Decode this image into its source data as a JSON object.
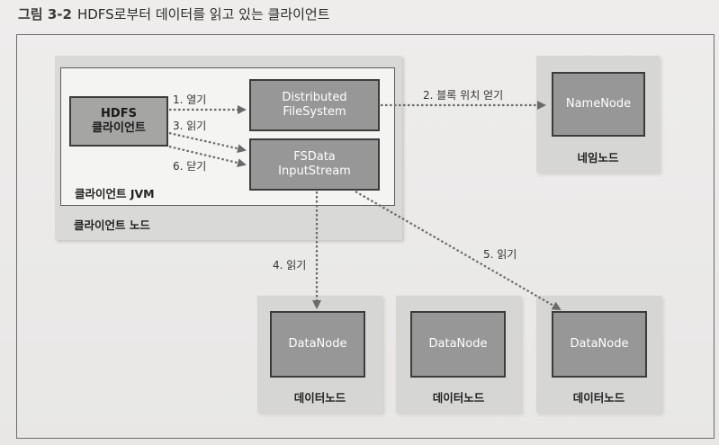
{
  "caption": {
    "number": "그림 3-2",
    "text": "HDFS로부터 데이터를 읽고 있는 클라이언트"
  },
  "client_node": {
    "label": "클라이언트 노드"
  },
  "client_jvm": {
    "label": "클라이언트 JVM"
  },
  "hdfs_client": {
    "line1": "HDFS",
    "line2": "클라이언트"
  },
  "distributed_fs": {
    "line1": "Distributed",
    "line2": "FileSystem"
  },
  "fsdata_stream": {
    "line1": "FSData",
    "line2": "InputStream"
  },
  "namenode": {
    "inner": "NameNode",
    "caption": "네임노드"
  },
  "datanodes": [
    {
      "inner": "DataNode",
      "caption": "데이터노드"
    },
    {
      "inner": "DataNode",
      "caption": "데이터노드"
    },
    {
      "inner": "DataNode",
      "caption": "데이터노드"
    }
  ],
  "steps": {
    "open": "1. 열기",
    "get_block_locations": "2. 블록 위치 얻기",
    "read3": "3. 읽기",
    "read4": "4. 읽기",
    "read5": "5. 읽기",
    "close": "6. 닫기"
  },
  "colors": {
    "arrow": "#6a6a6a",
    "inner_box": "#979797",
    "outer_box": "#d6d6d5"
  }
}
